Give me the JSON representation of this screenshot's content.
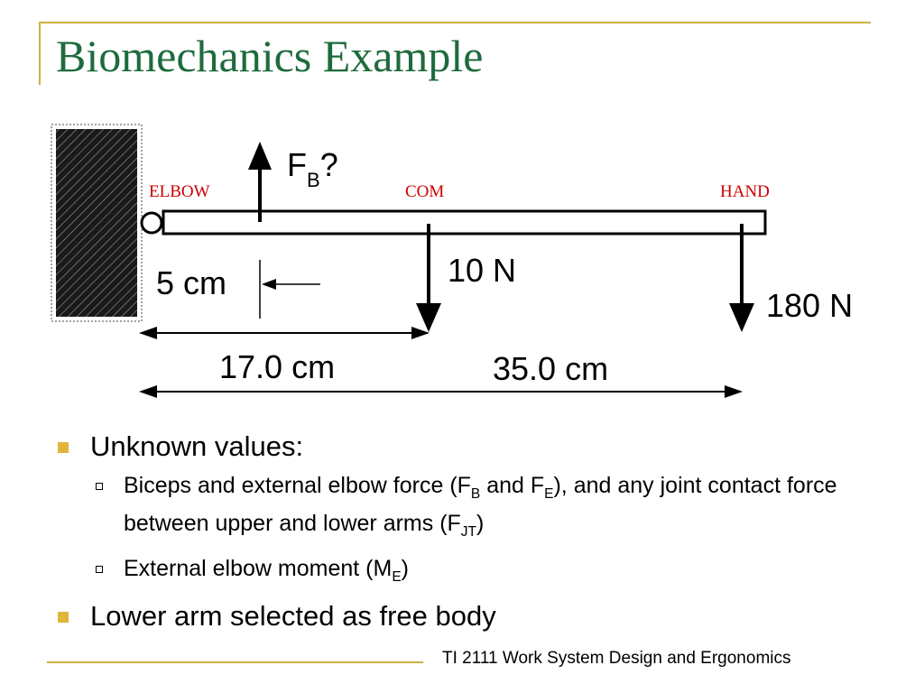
{
  "slide": {
    "title": "Biomechanics Example",
    "footer": "TI 2111 Work System Design and Ergonomics"
  },
  "diagram": {
    "labels": {
      "elbow": "ELBOW",
      "com": "COM",
      "hand": "HAND",
      "fb_main": "F",
      "fb_sub": "B",
      "fb_suffix": "?"
    },
    "forces": {
      "com_load": "10 N",
      "hand_load": "180 N"
    },
    "dimensions": {
      "biceps_offset": "5 cm",
      "elbow_to_com": "17.0 cm",
      "elbow_to_hand": "35.0 cm"
    },
    "colors": {
      "label_red": "#cc0000",
      "title_green": "#1e6b3d",
      "accent_gold": "#c9b23c"
    }
  },
  "bullets": {
    "l1_a": "Unknown values:",
    "sub1": {
      "t1": "Biceps and external elbow force (F",
      "s1": "B",
      "t2": " and F",
      "s2": "E",
      "t3": "), and any joint contact force between upper and lower arms (F",
      "s3": "JT",
      "t4": ")"
    },
    "sub2": {
      "t1": "External elbow moment (M",
      "s1": "E",
      "t2": ")"
    },
    "l1_b": "Lower arm selected as free body"
  }
}
